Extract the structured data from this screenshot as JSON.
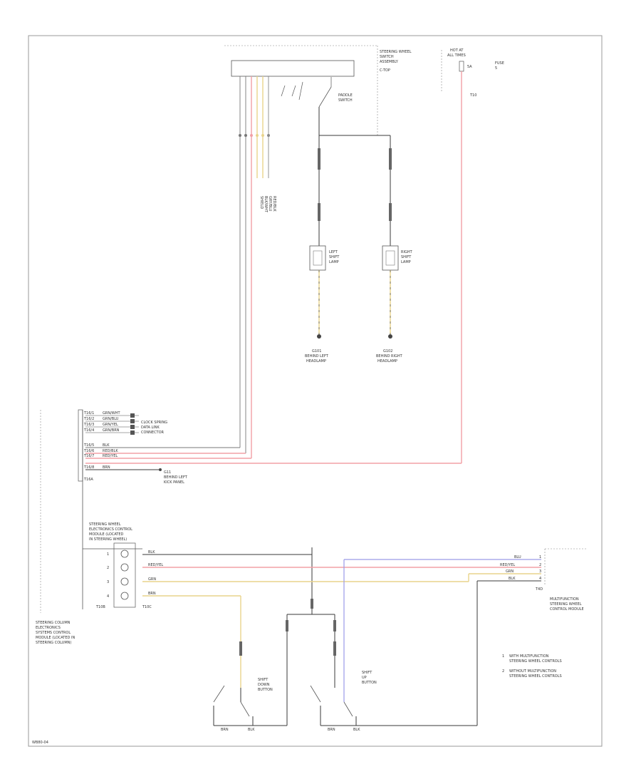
{
  "diagram": {
    "footer_code": "WB80-04",
    "components": {
      "top_switch_assembly": {
        "label_lines": [
          "STEERING WHEEL",
          "SWITCH",
          "ASSEMBLY"
        ],
        "switch_label": [
          "PADDLE",
          "SWITCH"
        ],
        "connector_label": [
          "C-TOP"
        ]
      },
      "fuse": {
        "label_lines": [
          "HOT AT",
          "ALL TIMES"
        ],
        "fuse_label": [
          "FUSE",
          "5",
          "5A"
        ],
        "connector": "T10"
      },
      "lamp_left": {
        "label_lines": [
          "LEFT",
          "SHIFT",
          "LAMP"
        ],
        "ground_lines": [
          "G101",
          "BEHIND LEFT",
          "HEADLAMP"
        ]
      },
      "lamp_right": {
        "label_lines": [
          "RIGHT",
          "SHIFT",
          "LAMP"
        ],
        "ground_lines": [
          "G102",
          "BEHIND RIGHT",
          "HEADLAMP"
        ]
      },
      "vertical_wire_labels": [
        "SHIELD",
        "BLK/WHT",
        "GRY/BLU",
        "RED/BLK"
      ],
      "left_module": {
        "connector_pins": [
          "T16/1",
          "T16/2",
          "T16/3",
          "T16/4",
          "T16/5",
          "T16/6",
          "T16/7",
          "T16/8"
        ],
        "wire_colors": [
          "GRN/WHT",
          "GRN/BLU",
          "GRN/YEL",
          "GRN/BRN",
          "BLK",
          "RED/BLK",
          "RED/YEL",
          "BRN"
        ],
        "side_labels": [
          "CLOCK SPRING",
          "DATA LINK",
          "CONNECTOR"
        ],
        "ground_label": [
          "G11",
          "BEHIND LEFT",
          "KICK PANEL"
        ],
        "connector_name": "T16A",
        "module_label": [
          "STEERING COLUMN",
          "ELECTRONICS",
          "SYSTEMS CONTROL",
          "MODULE (LOCATED IN",
          "STEERING COLUMN)"
        ]
      },
      "steering_wheel_module": {
        "label_lines": [
          "STEERING WHEEL",
          "ELECTRONICS CONTROL",
          "MODULE (LOCATED",
          "IN STEERING WHEEL)"
        ],
        "pins": [
          "1",
          "2",
          "3",
          "4"
        ],
        "wire_colors": [
          "BLK",
          "RED/YEL",
          "GRN",
          "BRN"
        ],
        "connector": "T10B",
        "connector_right": "T10C"
      },
      "right_module": {
        "wire_colors": [
          "BLU",
          "RED/YEL",
          "GRN",
          "BLK"
        ],
        "pins": [
          "1",
          "2",
          "3",
          "4"
        ],
        "connector": "T4D",
        "label_lines": [
          "MULTIFUNCTION",
          "STEERING WHEEL",
          "CONTROL MODULE"
        ]
      },
      "bottom_switches": {
        "left": {
          "label_lines": [
            "SHIFT",
            "DOWN",
            "BUTTON"
          ],
          "wires": [
            "BRN",
            "BLK"
          ]
        },
        "right": {
          "label_lines": [
            "SHIFT",
            "UP",
            "BUTTON"
          ],
          "wires": [
            "BRN",
            "BLK"
          ]
        }
      },
      "notes": [
        [
          "1",
          "WITH MULTIFUNCTION",
          "STEERING WHEEL CONTROLS"
        ],
        [
          "2",
          "WITHOUT MULTIFUNCTION",
          "STEERING WHEEL CONTROLS"
        ]
      ]
    },
    "colors": {
      "frame": "#9a9a9a",
      "wire_dark": "#3a3a3a",
      "wire_pink": "#f2a0a6",
      "wire_yellow": "#e9d48c",
      "wire_blue": "#9a9ae8",
      "wire_grey": "#a0a0a0"
    }
  }
}
